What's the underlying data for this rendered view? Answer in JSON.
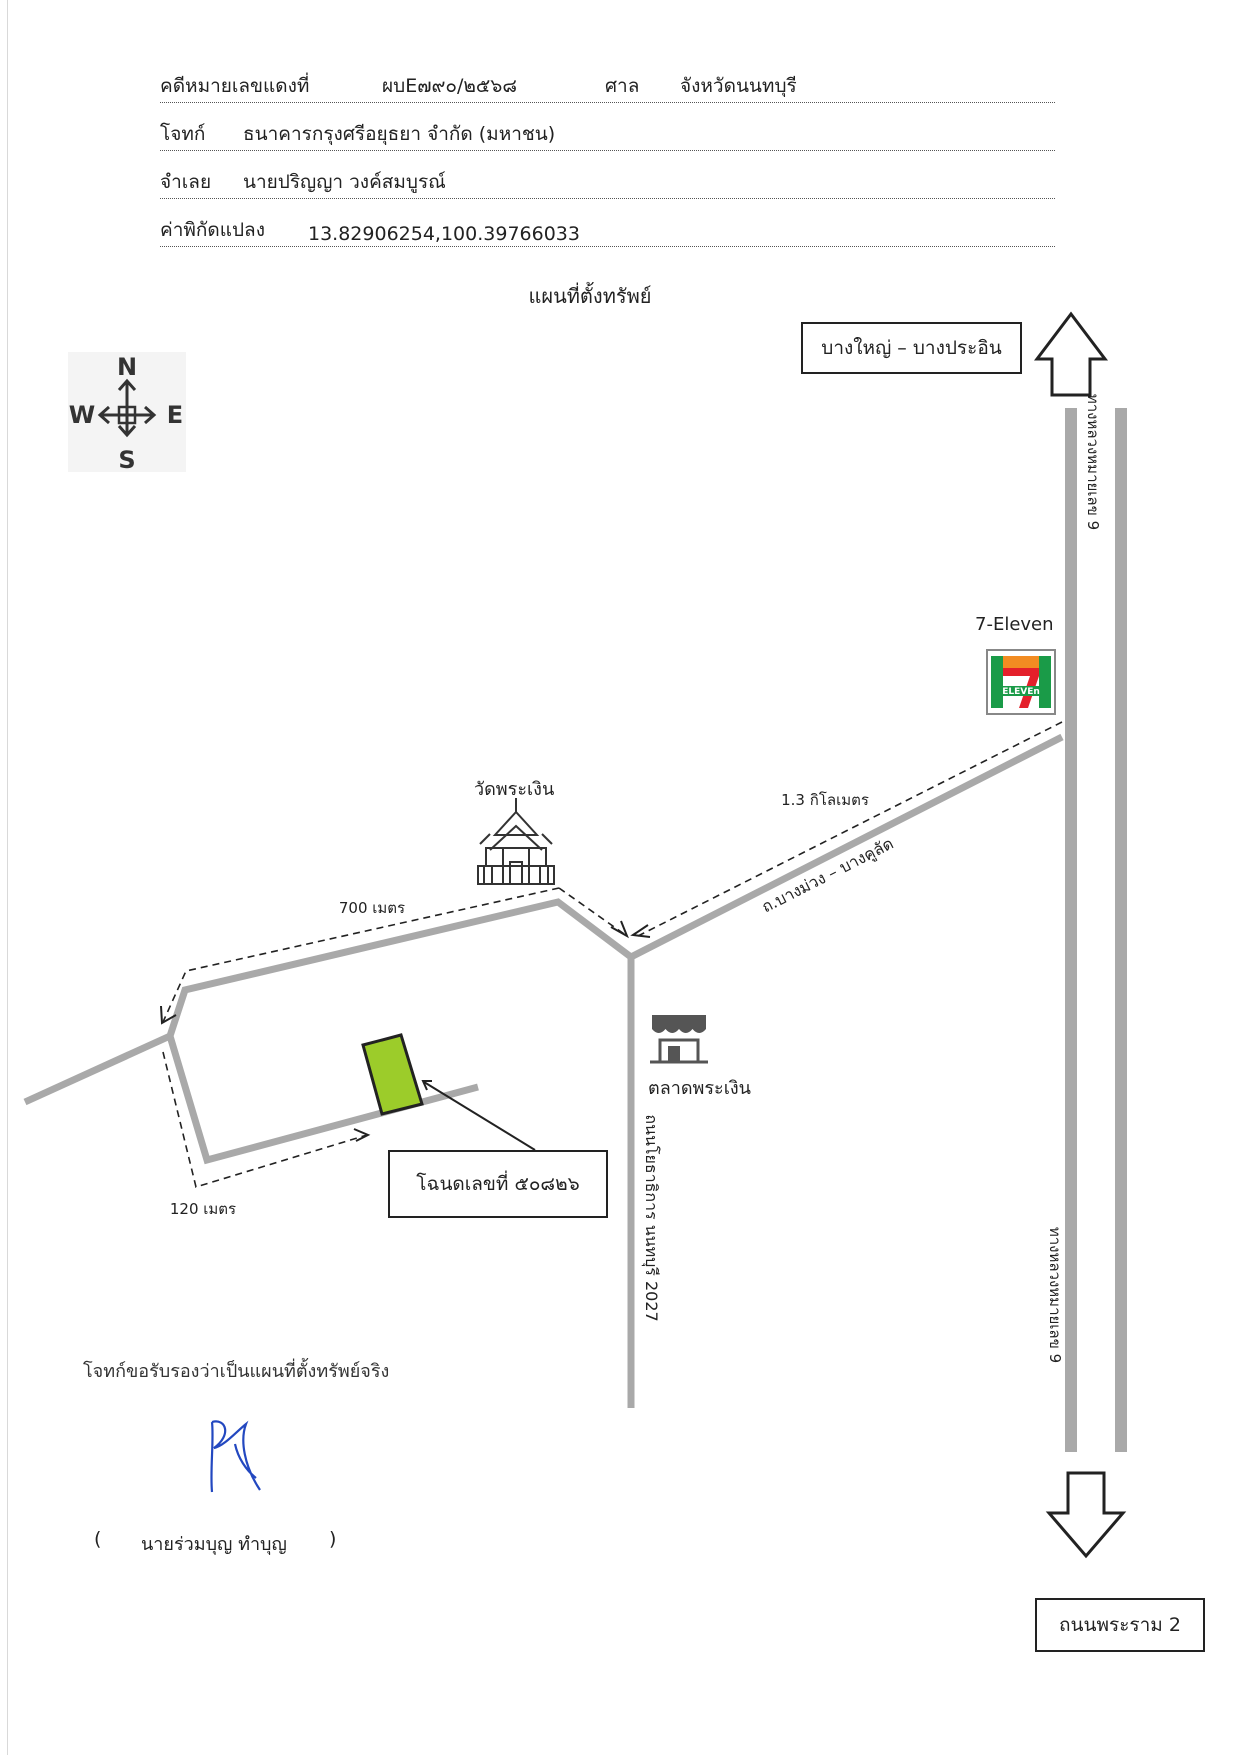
{
  "header": {
    "case_label": "คดีหมายเลขแดงที่",
    "case_number": "ผบE๗๙๐/๒๕๖๘",
    "court_label": "ศาล",
    "court_name": "จังหวัดนนทบุรี",
    "plaintiff_label": "โจทก์",
    "plaintiff_name": "ธนาคารกรุงศรีอยุธยา จำกัด (มหาชน)",
    "defendant_label": "จำเลย",
    "defendant_name": "นายปริญญา วงค์สมบูรณ์",
    "coord_label": "ค่าพิกัดแปลง",
    "coord_value": "13.82906254,100.39766033"
  },
  "map": {
    "title": "แผนที่ตั้งทรัพย์",
    "compass": {
      "n": "N",
      "w": "W",
      "e": "E",
      "s": "S"
    },
    "north_destination": "บางใหญ่ – บางประอิน",
    "south_destination": "ถนนพระราม 2",
    "highway_top": "ทางหลวงหมายเลข 9",
    "highway_bottom": "ทางหลวงหมายเลข 9",
    "store_name": "7-Eleven",
    "store_logo_text": "ELEVEn",
    "temple": "วัดพระเงิน",
    "market": "ตลาดพระเงิน",
    "road_bangmuang": "ถ.บางม่วง – บางคูลัด",
    "road_nonthaburi": "ถนนโยธาธิการ นนทบุรี 2027",
    "dist_1": "1.3 กิโลเมตร",
    "dist_2": "700 เมตร",
    "dist_3": "120 เมตร",
    "deed": "โฉนดเลขที่ ๕๐๘๒๖",
    "colors": {
      "road": "#a9a9a9",
      "plot": "#9ccc2a",
      "seven_green": "#1a9b48",
      "seven_orange": "#f28c22",
      "seven_red": "#e4202a",
      "signature": "#2348c0"
    }
  },
  "footer": {
    "certification": "โจทก์ขอรับรองว่าเป็นแผนที่ตั้งทรัพย์จริง",
    "paren_open": "(",
    "signer": "นายร่วมบุญ ทำบุญ",
    "paren_close": ")"
  }
}
